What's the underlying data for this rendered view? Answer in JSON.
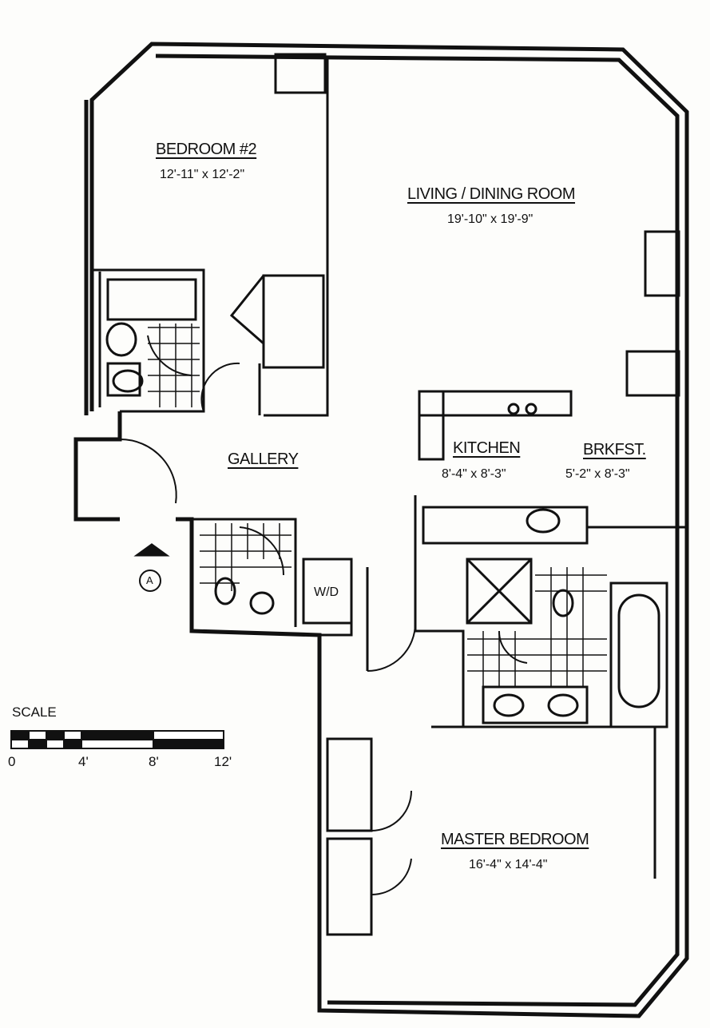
{
  "rooms": {
    "bedroom2": {
      "name": "BEDROOM #2",
      "dims": "12'-11\" x 12'-2\""
    },
    "living": {
      "name": "LIVING / DINING ROOM",
      "dims": "19'-10\" x 19'-9\""
    },
    "gallery": {
      "name": "GALLERY"
    },
    "kitchen": {
      "name": "KITCHEN",
      "dims": "8'-4\" x 8'-3\""
    },
    "breakfast": {
      "name": "BRKFST.",
      "dims": "5'-2\" x 8'-3\""
    },
    "master": {
      "name": "MASTER BEDROOM",
      "dims": "16'-4\" x 14'-4\""
    },
    "laundry": {
      "name": "W/D"
    }
  },
  "entry_marker": "A",
  "scale": {
    "title": "SCALE",
    "ticks": [
      "0",
      "4'",
      "8'",
      "12'"
    ]
  }
}
